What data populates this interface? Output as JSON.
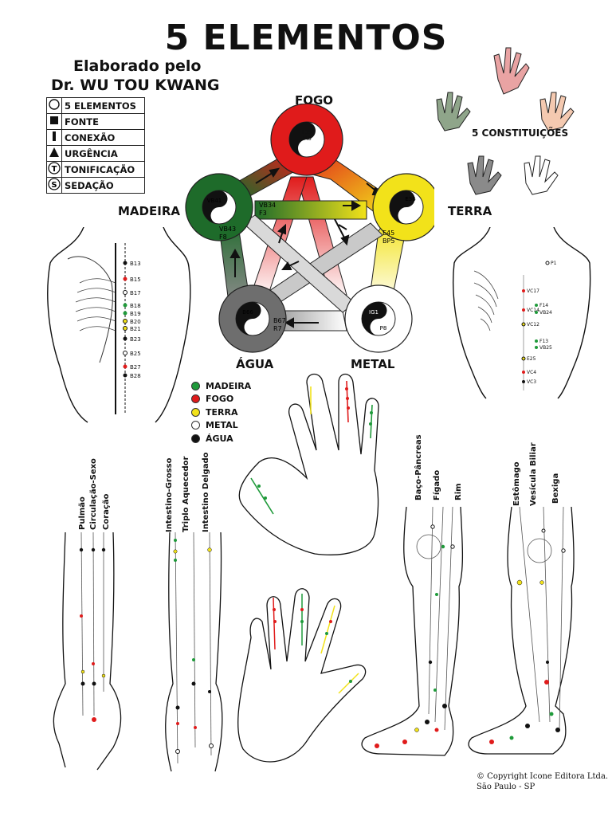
{
  "title": "5 ELEMENTOS",
  "author_line1": "Elaborado pelo",
  "author_line2": "Dr. WU TOU KWANG",
  "symbol_legend": [
    {
      "icon": "circle-icon",
      "label": "5 ELEMENTOS"
    },
    {
      "icon": "square-icon",
      "label": "FONTE"
    },
    {
      "icon": "bar-icon",
      "label": "CONEXÃO"
    },
    {
      "icon": "triangle-icon",
      "label": "URGÊNCIA"
    },
    {
      "icon": "t-circle-icon",
      "label": "TONIFICAÇÃO",
      "mark": "T"
    },
    {
      "icon": "s-circle-icon",
      "label": "SEDAÇÃO",
      "mark": "S"
    }
  ],
  "elements": {
    "fogo": {
      "label": "FOGO",
      "color": "#e01b1b"
    },
    "terra": {
      "label": "TERRA",
      "color": "#f2e21a"
    },
    "metal": {
      "label": "METAL",
      "color": "#ffffff"
    },
    "agua": {
      "label": "ÁGUA",
      "color": "#6e6e6e"
    },
    "madeira": {
      "label": "MADEIRA",
      "color": "#1e6b2a"
    }
  },
  "constituicoes_label": "5 CONSTITUIÇÕES",
  "color_legend": [
    {
      "label": "MADEIRA",
      "color": "#1f9a3a"
    },
    {
      "label": "FOGO",
      "color": "#e01b1b"
    },
    {
      "label": "TERRA",
      "color": "#f2e21a"
    },
    {
      "label": "METAL",
      "color": "#ffffff"
    },
    {
      "label": "ÁGUA",
      "color": "#111111"
    }
  ],
  "arm_meridians_left": [
    "Pulmão",
    "Circulação-Sexo",
    "Coração"
  ],
  "arm_meridians_right": [
    "Intestino-Grosso",
    "Triplo Aquecedor",
    "Intestino Delgado"
  ],
  "leg_meridians_left": [
    "Baço-Pâncreas",
    "Fígado",
    "Rim"
  ],
  "leg_meridians_right": [
    "Estômago",
    "Vesícula Biliar",
    "Bexiga"
  ],
  "point_labels": {
    "fogo_center": [
      "ID5",
      "IA6",
      "C8",
      "CS8"
    ],
    "terra_center": [
      "E36",
      "BP3"
    ],
    "metal_center": [
      "IG1",
      "P8"
    ],
    "agua_center": [
      "B66",
      "R10"
    ],
    "madeira_center": [
      "VB41",
      "F1"
    ],
    "madeira_terra": [
      "VB34",
      "F3"
    ],
    "terra_metal": [
      "E45",
      "BP5"
    ],
    "agua_metal": [
      "B67",
      "R7"
    ],
    "madeira_agua": [
      "VB43",
      "F8"
    ]
  },
  "back_points": [
    "B13",
    "B15",
    "B17",
    "B18",
    "B19",
    "B20",
    "B21",
    "B23",
    "B25",
    "B27",
    "B28"
  ],
  "front_points": [
    "P1",
    "VC17",
    "VC14",
    "F14",
    "VB24",
    "VC12",
    "F13",
    "VB25",
    "E25",
    "VC4",
    "VC3"
  ],
  "copyright": [
    "© Copyright Icone Editora Ltda.",
    "São Paulo - SP"
  ]
}
